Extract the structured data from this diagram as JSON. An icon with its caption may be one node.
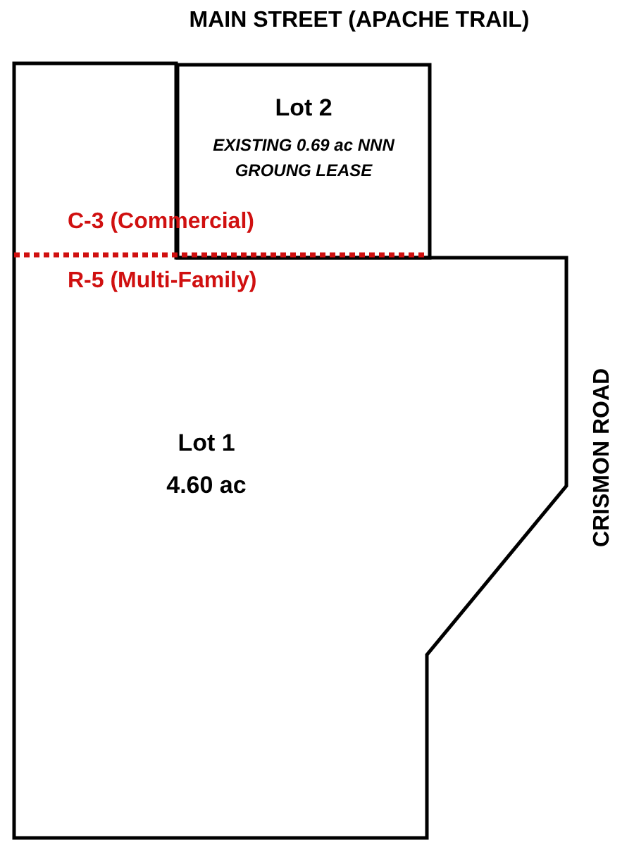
{
  "diagram": {
    "nodes": [
      {
        "text": [
          "Lot 1",
          "4.60 ac"
        ]
      },
      {
        "text": [
          "Lot 2",
          "EXISTING 0.69 ac NNN GROUNG LEASE"
        ]
      }
    ],
    "labels": [
      "MAIN STREET (APACHE TRAIL)",
      "C-3 (Commercial)",
      "R-5 (Multi-Family)",
      "CRISMON ROAD"
    ]
  }
}
